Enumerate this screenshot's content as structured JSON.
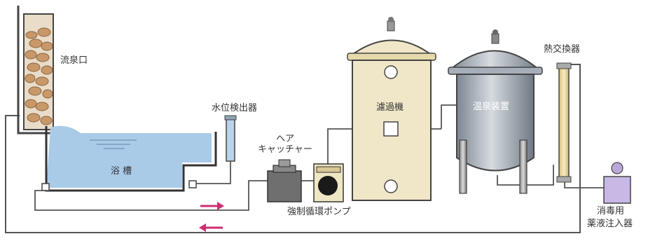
{
  "diagram": {
    "labels": {
      "spring_outlet": "流泉口",
      "water_level_detector": "水位検出器",
      "hair_catcher_line1": "ヘア",
      "hair_catcher_line2": "キャッチャー",
      "filter": "濾過機",
      "hot_spring_device": "温泉装置",
      "heat_exchanger": "熱交換器",
      "bath_tank": "浴 槽",
      "forced_circulation_pump": "強制循環ポンプ",
      "disinfectant_line1": "消毒用",
      "disinfectant_line2": "薬液注入器"
    },
    "colors": {
      "pipe": "#555555",
      "water": "#a9cbe8",
      "filter_body": "#f0e7c8",
      "tank_metal": "#9aa3ad",
      "stone": "#c99869",
      "arrow": "#cc2e72",
      "disinfectant": "#c8b8e6",
      "heat_exchanger": "#ead8a2"
    },
    "icons": {
      "flow_right": "arrow-right-icon",
      "flow_left": "arrow-left-icon"
    }
  }
}
